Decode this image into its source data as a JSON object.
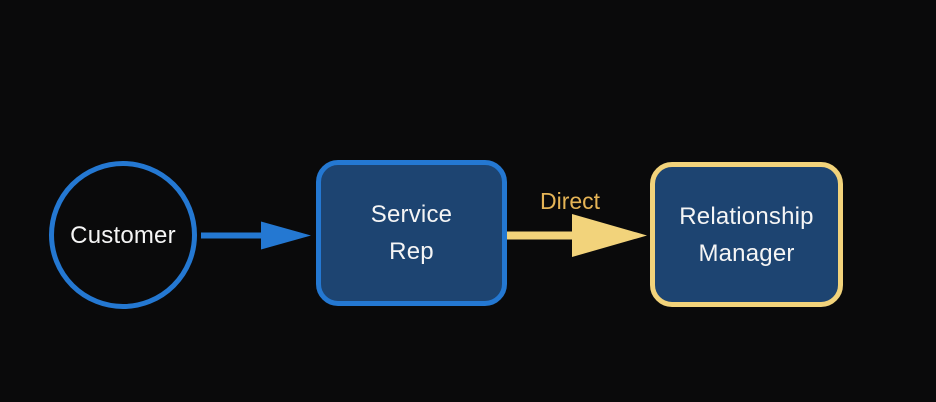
{
  "colors": {
    "background": "#0a0a0b",
    "blue_accent": "#2478d2",
    "box_fill": "#1d4471",
    "gold_accent": "#f2d37b",
    "gold_label_text": "#e5b456",
    "node_text": "#f5f5f5"
  },
  "nodes": {
    "customer": {
      "label": "Customer",
      "shape": "circle"
    },
    "service_rep": {
      "label_lines": [
        "Service",
        "Rep"
      ],
      "shape": "rounded-rectangle"
    },
    "relationship_manager": {
      "label_lines": [
        "Relationship",
        "Manager"
      ],
      "shape": "rounded-rectangle"
    }
  },
  "edges": {
    "customer_to_service_rep": {
      "label": "",
      "color": "#2478d2"
    },
    "service_rep_to_relationship_manager": {
      "label": "Direct",
      "color": "#f2d37b"
    }
  }
}
